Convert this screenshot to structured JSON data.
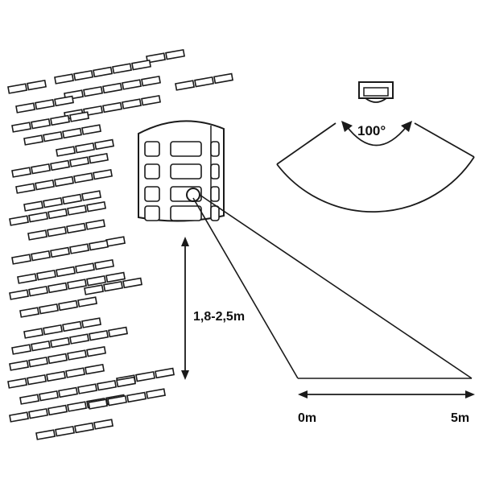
{
  "labels": {
    "angle": "100°",
    "mount_height": "1,8-2,5m",
    "range_start": "0m",
    "range_end": "5m"
  },
  "colors": {
    "stroke": "#1a1a1a",
    "brick_fill": "#ffffff",
    "background": "#ffffff"
  },
  "icons": {
    "sensor_top": "sensor-top-view-icon",
    "wall_light": "wall-light-icon",
    "brick_wall": "brick-wall-icon"
  }
}
